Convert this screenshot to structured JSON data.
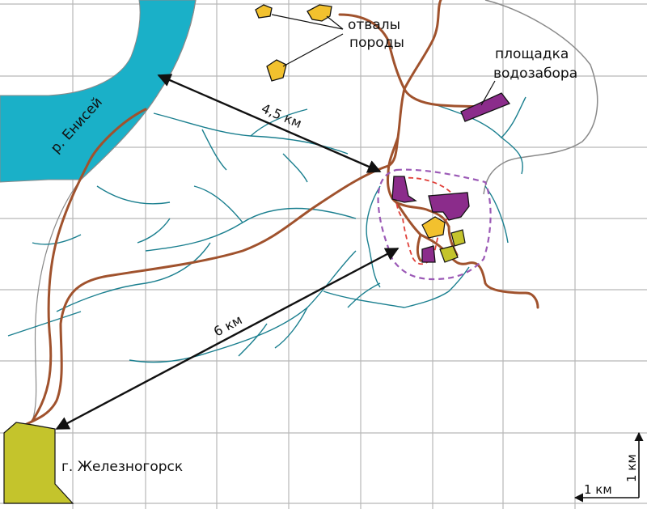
{
  "labels": {
    "river": "р. Енисей",
    "dumps_line1": "отвалы",
    "dumps_line2": "породы",
    "water_line1": "площадка",
    "water_line2": "водозабора",
    "dist_river": "4,5 км",
    "dist_city": "6 км",
    "city": "г. Железногорск",
    "scale_horizontal": "1 км",
    "scale_vertical": "1 км"
  },
  "colors": {
    "river": "#1ab0c8",
    "roads": "#a0522d",
    "streams": "#1a7f8f",
    "grid": "#b8b8b8",
    "dumps": "#f2c12e",
    "facilities": "#8b2c8b",
    "city": "#c4c42c",
    "boundary_outer": "#9b59b6",
    "boundary_inner": "#e0403a",
    "arrows": "#111111"
  }
}
